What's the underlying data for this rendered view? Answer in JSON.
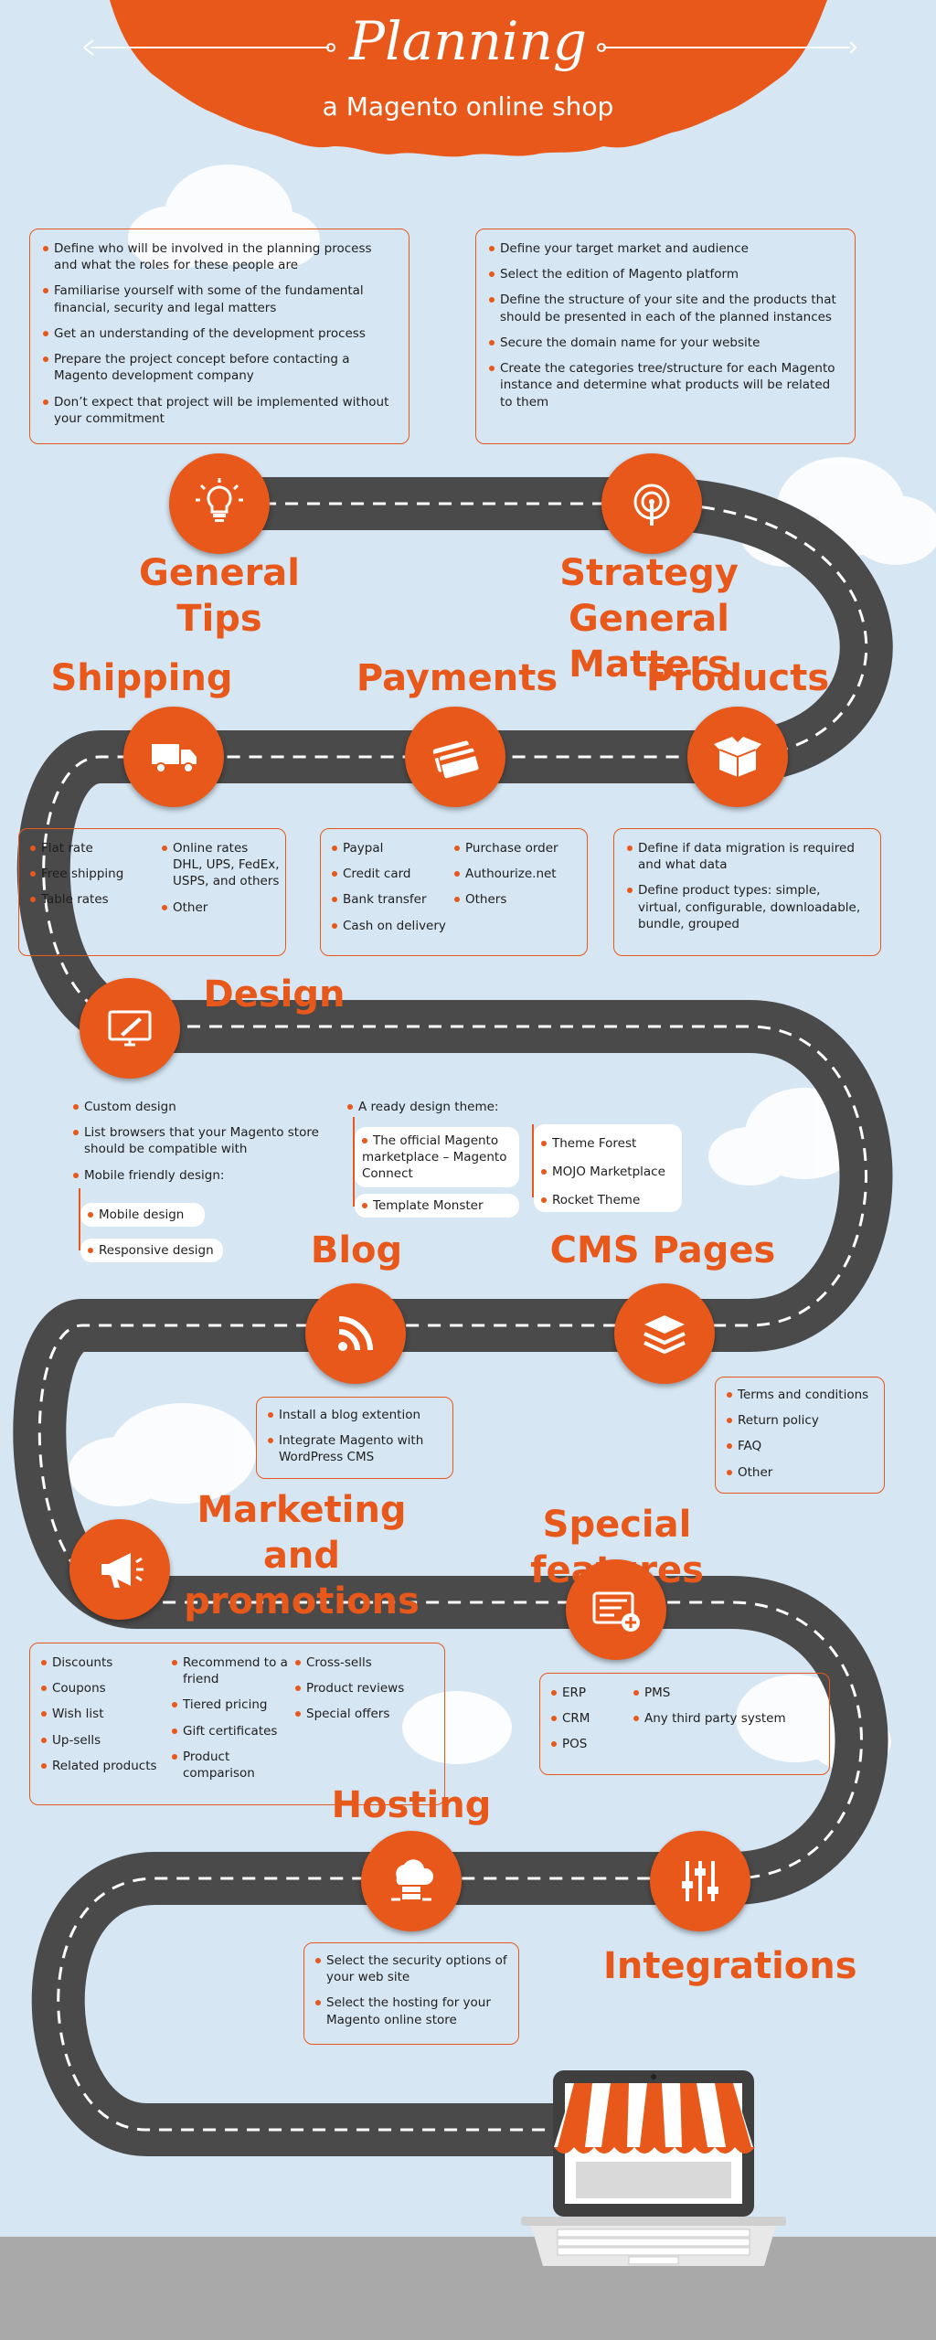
{
  "header": {
    "title": "Planning",
    "subtitle": "a Magento online shop"
  },
  "general_tips": {
    "heading": "General Tips",
    "items": [
      "Define who will be involved in the planning process and what the roles for these people are",
      "Familiarise yourself with some of the fundamental financial, security and legal matters",
      "Get an understanding of the development process",
      "Prepare the project concept before contacting a Magento development company",
      "Don’t expect that project will be implemented without your commitment"
    ]
  },
  "strategy": {
    "heading": "Strategy General Matters",
    "items": [
      "Define  your target market and audience",
      "Select the edition of Magento platform",
      "Define the structure of your site and the products that should be presented in each of the planned instances",
      "Secure the domain name for your website",
      "Create the categories tree/structure for each Magento instance and determine what products will be related to them"
    ]
  },
  "shipping": {
    "heading": "Shipping",
    "col1": [
      "Flat rate",
      "Free shipping",
      "Table rates"
    ],
    "col2": [
      "Online rates DHL, UPS, FedEx, USPS, and others",
      "Other"
    ]
  },
  "payments": {
    "heading": "Payments",
    "col1": [
      "Paypal",
      "Credit card",
      "Bank transfer",
      "Cash on delivery"
    ],
    "col2": [
      "Purchase order",
      "Authourize.net",
      "Others"
    ]
  },
  "products": {
    "heading": "Products",
    "items": [
      "Define if data migration is required and what data",
      "Define product types: simple, virtual, configurable, downloadable, bundle, grouped"
    ]
  },
  "design": {
    "heading": "Design",
    "items": [
      "Custom design",
      "List browsers that your Magento store should be compatible with",
      "Mobile friendly design:"
    ],
    "mobile_sub": [
      "Mobile design",
      "Responsive design"
    ],
    "theme_label": "A ready design theme:",
    "theme_sub": [
      "The official Magento marketplace – Magento Connect",
      "Template Monster"
    ],
    "theme_sub2": [
      "Theme Forest",
      "MOJO Marketplace",
      "Rocket Theme"
    ]
  },
  "blog": {
    "heading": "Blog",
    "items": [
      "Install a blog extention",
      "Integrate Magento with WordPress CMS"
    ]
  },
  "cms": {
    "heading": "CMS Pages",
    "items": [
      "Terms and conditions",
      "Return policy",
      "FAQ",
      "Other"
    ]
  },
  "marketing": {
    "heading": "Marketing and promotions",
    "col1": [
      "Discounts",
      "Coupons",
      "Wish list",
      "Up-sells",
      "Related products"
    ],
    "col2": [
      "Recommend to a friend",
      "Tiered pricing",
      "Gift certificates",
      "Product comparison"
    ],
    "col3": [
      "Cross-sells",
      "Product reviews",
      "Special offers"
    ]
  },
  "special": {
    "heading": "Special features",
    "col1": [
      "ERP",
      "CRM",
      "POS"
    ],
    "col2": [
      "PMS",
      "Any third party system"
    ]
  },
  "hosting": {
    "heading": "Hosting",
    "items": [
      "Select the security options of your web site",
      "Select the hosting for your Magento online store"
    ]
  },
  "integrations": {
    "heading": "Integrations"
  },
  "colors": {
    "accent": "#e8581a",
    "road": "#4a4a4a",
    "sky": "#d6e6f3",
    "ground": "#a9a9a9"
  }
}
